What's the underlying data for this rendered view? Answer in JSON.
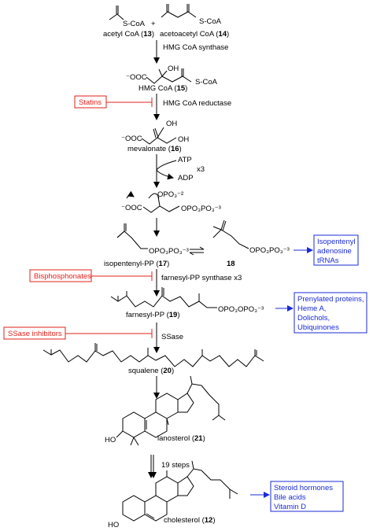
{
  "compounds": {
    "acetyl_coa": {
      "scoa": "S-CoA",
      "name": "acetyl CoA",
      "num": "13"
    },
    "plus": "+",
    "acetoacetyl_coa": {
      "scoa": "S-CoA",
      "name": "acetoacetyl CoA",
      "num": "14"
    },
    "hmg_coa": {
      "oh": "OH",
      "ooc": "⁻OOC",
      "scoa": "S-CoA",
      "name": "HMG CoA",
      "num": "15"
    },
    "mevalonate": {
      "oh1": "OH",
      "ooc": "⁻OOC",
      "oh2": "OH",
      "name": "mevalonate",
      "num": "16"
    },
    "mevalonate_pp": {
      "opo3": "OPO₃⁻²",
      "ooc": "⁻OOC",
      "opo3po3": "OPO₃PO₃⁻³"
    },
    "ipp": {
      "group": "OPO₃PO₃⁻³",
      "name": "isopentenyl-PP",
      "num": "17"
    },
    "dmapp": {
      "num": "18",
      "group": "OPO₃PO₃⁻³"
    },
    "fpp": {
      "group": "OPO₃OPO₃⁻³",
      "name": "farnesyl-PP",
      "num": "19"
    },
    "squalene": {
      "name": "squalene",
      "num": "20"
    },
    "lanosterol": {
      "ho": "HO",
      "name": "lanosterol",
      "num": "21"
    },
    "cholesterol": {
      "ho": "HO",
      "name": "cholesterol",
      "num": "12"
    }
  },
  "steps": {
    "s1": "HMG CoA synthase",
    "s2": "HMG CoA reductase",
    "atp": "ATP",
    "adp": "ADP",
    "x3": "x3",
    "s4": "farnesyl-PP synthase x3",
    "s5": "SSase",
    "s6": "19 steps"
  },
  "inhibitors": {
    "statins": "Statins",
    "bisphosphonates": "Bisphosphonates",
    "ssase": "SSase inhibitors"
  },
  "products": {
    "p1": [
      "Isopentenyl",
      "adenosine",
      "tRNAs"
    ],
    "p2": [
      "Prenylated proteins,",
      "Heme A,",
      "Dolichols,",
      "Ubiquinones"
    ],
    "p3": [
      "Steroid hormones",
      "Bile acids",
      "Vitamin D"
    ]
  },
  "colors": {
    "inhibitor": "#e0201a",
    "product": "#1a2bd6"
  }
}
